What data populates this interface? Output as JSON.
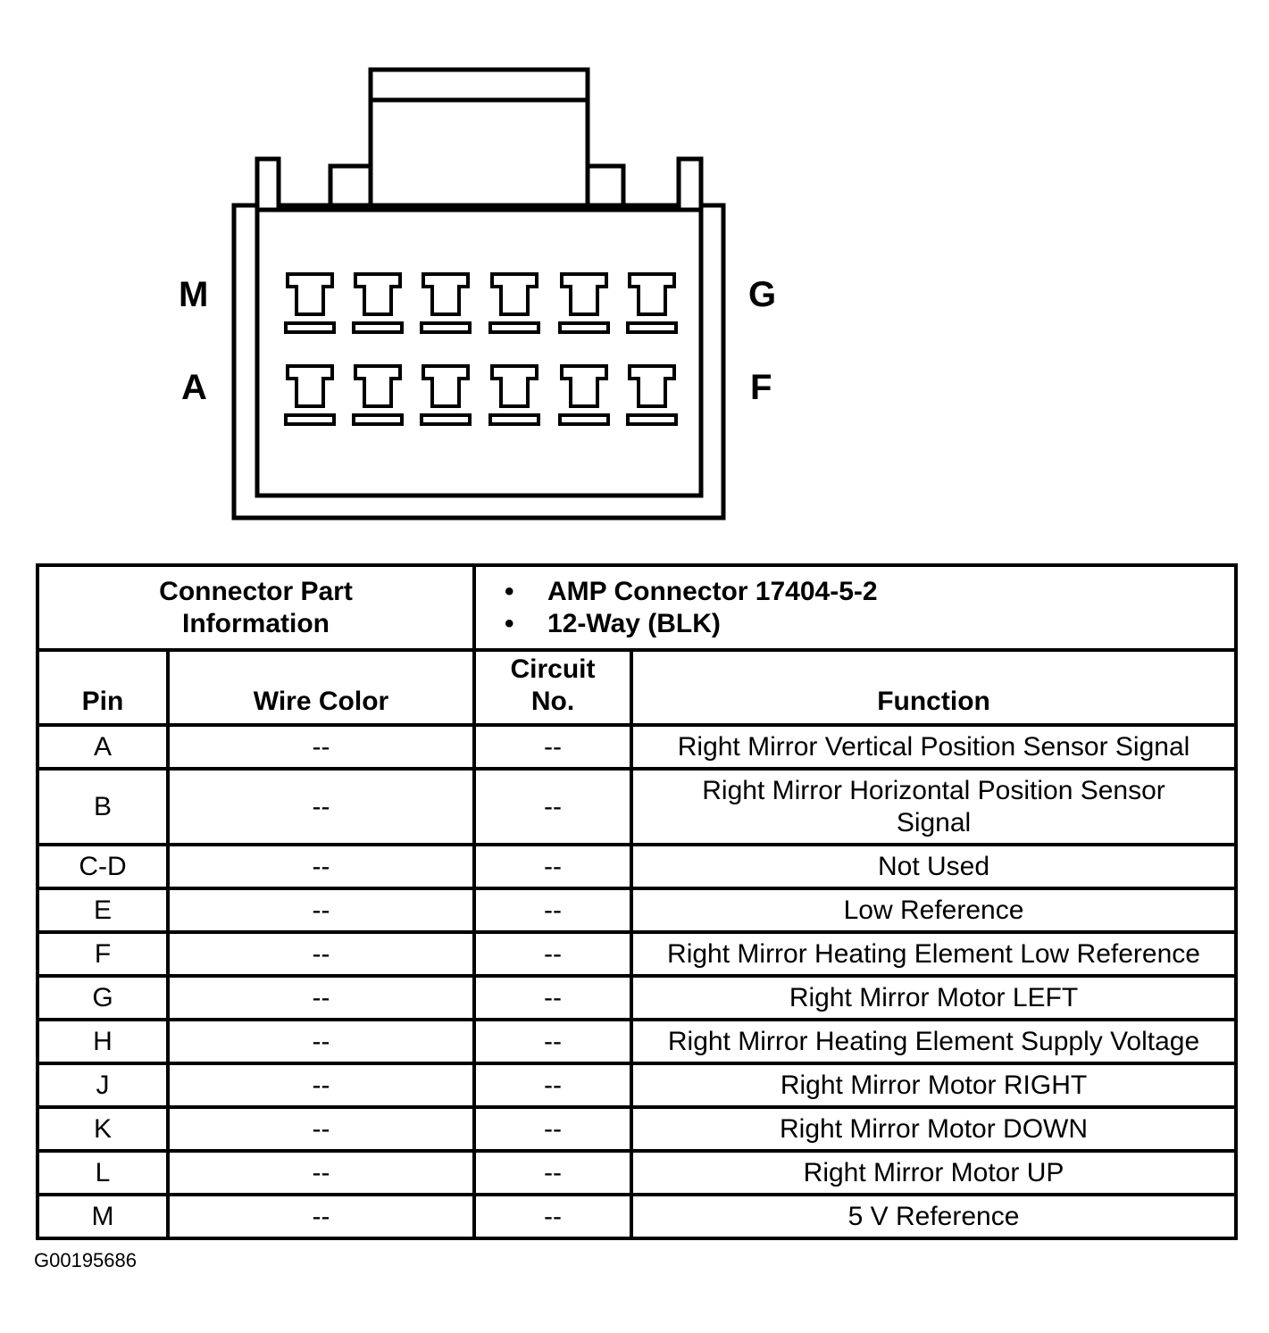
{
  "connector": {
    "pin_labels": {
      "top_left": "M",
      "top_right": "G",
      "bottom_left": "A",
      "bottom_right": "F"
    }
  },
  "table": {
    "info_label_line1": "Connector Part",
    "info_label_line2": "Information",
    "info_bullets": [
      "AMP Connector 17404-5-2",
      "12-Way (BLK)"
    ],
    "headers": {
      "pin": "Pin",
      "wire_color": "Wire Color",
      "circuit_line1": "Circuit",
      "circuit_line2": "No.",
      "function": "Function"
    },
    "rows": [
      {
        "pin": "A",
        "wire_color": "--",
        "circuit": "--",
        "function": "Right Mirror Vertical Position Sensor Signal"
      },
      {
        "pin": "B",
        "wire_color": "--",
        "circuit": "--",
        "function": "Right Mirror Horizontal Position Sensor Signal"
      },
      {
        "pin": "C-D",
        "wire_color": "--",
        "circuit": "--",
        "function": "Not Used"
      },
      {
        "pin": "E",
        "wire_color": "--",
        "circuit": "--",
        "function": "Low Reference"
      },
      {
        "pin": "F",
        "wire_color": "--",
        "circuit": "--",
        "function": "Right Mirror Heating Element Low Reference"
      },
      {
        "pin": "G",
        "wire_color": "--",
        "circuit": "--",
        "function": "Right Mirror Motor LEFT"
      },
      {
        "pin": "H",
        "wire_color": "--",
        "circuit": "--",
        "function": "Right Mirror Heating Element Supply Voltage"
      },
      {
        "pin": "J",
        "wire_color": "--",
        "circuit": "--",
        "function": "Right Mirror Motor RIGHT"
      },
      {
        "pin": "K",
        "wire_color": "--",
        "circuit": "--",
        "function": "Right Mirror Motor DOWN"
      },
      {
        "pin": "L",
        "wire_color": "--",
        "circuit": "--",
        "function": "Right Mirror Motor UP"
      },
      {
        "pin": "M",
        "wire_color": "--",
        "circuit": "--",
        "function": "5 V Reference"
      }
    ]
  },
  "figure_id": "G00195686"
}
